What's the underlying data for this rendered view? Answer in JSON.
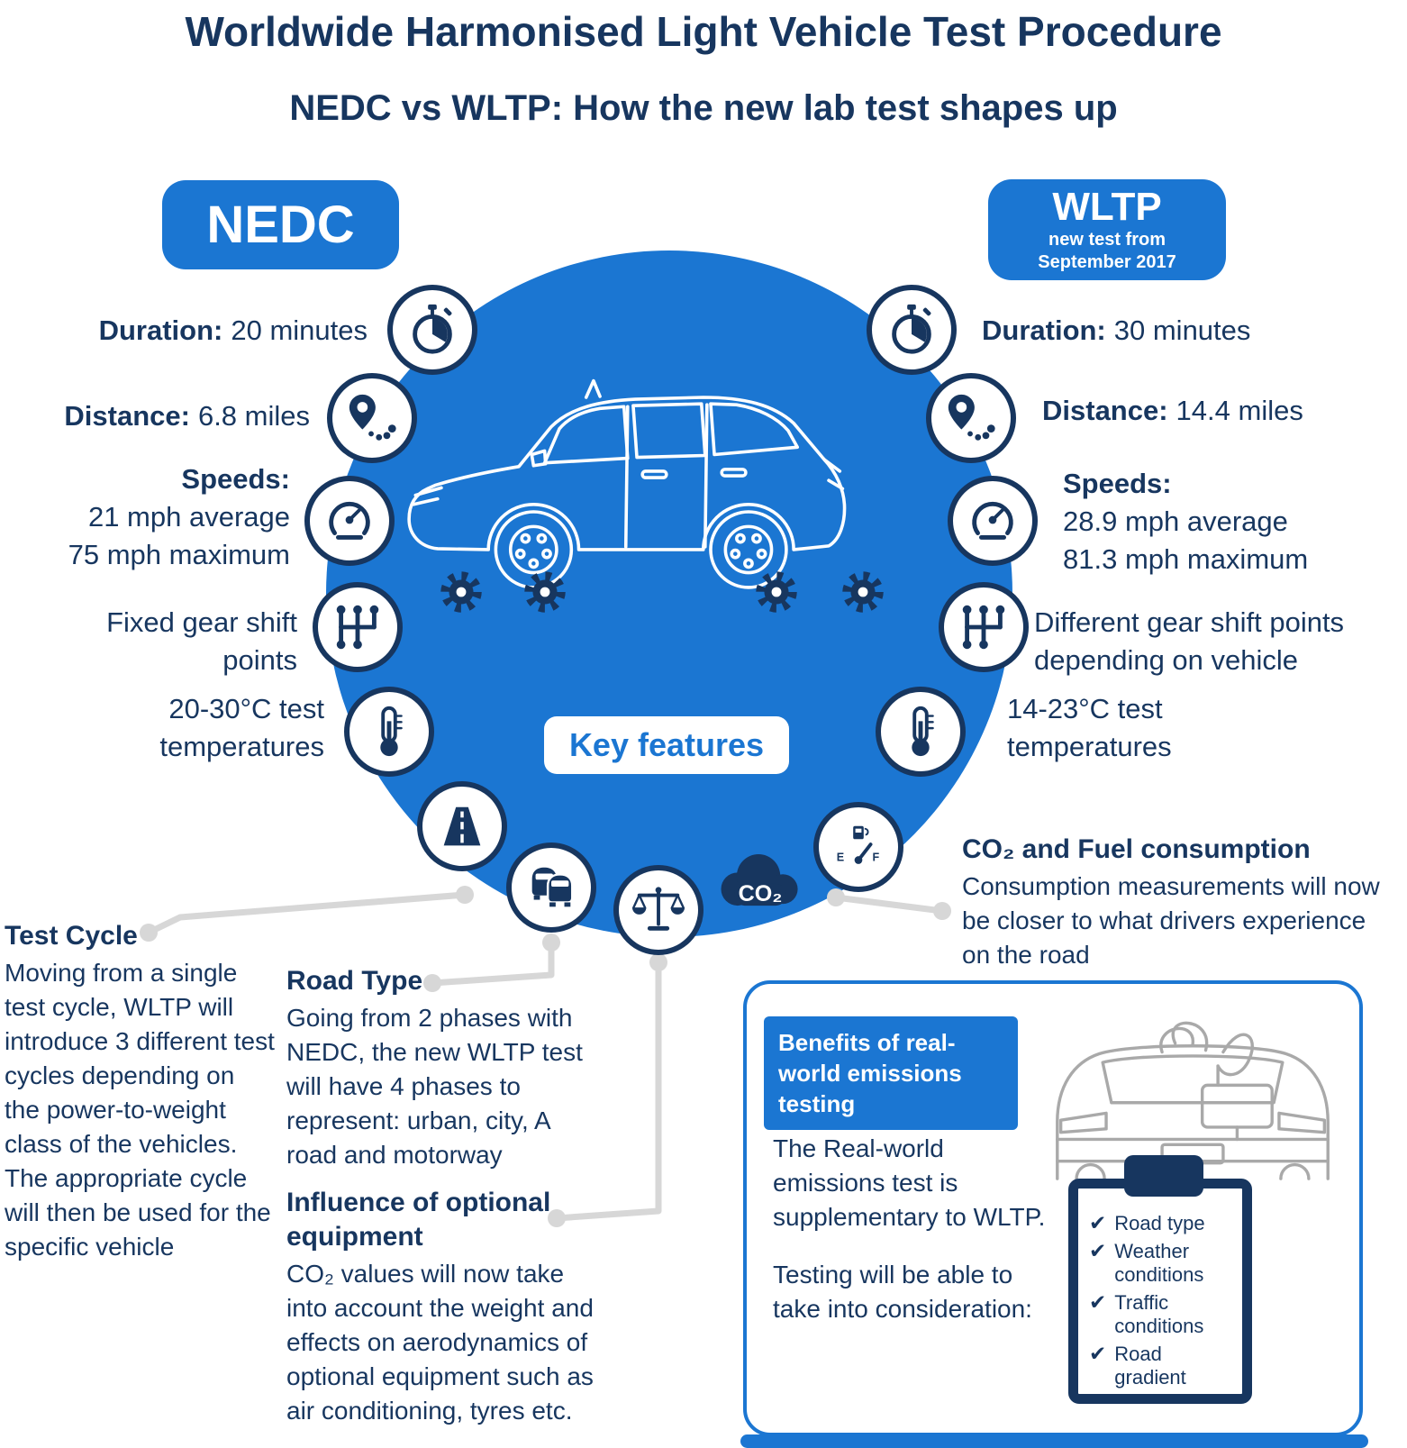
{
  "title": "Worldwide Harmonised Light Vehicle Test Procedure",
  "subtitle": "NEDC vs WLTP: How the new lab test shapes up",
  "key_features_label": "Key features",
  "nedc": {
    "badge": "NEDC",
    "duration_label": "Duration:",
    "duration_value": "20 minutes",
    "distance_label": "Distance:",
    "distance_value": "6.8 miles",
    "speeds_label": "Speeds:",
    "speed_average": "21 mph average",
    "speed_maximum": "75 mph maximum",
    "gear_shift": "Fixed gear shift points",
    "temperature": "20-30°C test temperatures"
  },
  "wltp": {
    "badge": "WLTP",
    "badge_sub_line1": "new test from",
    "badge_sub_line2": "September 2017",
    "duration_label": "Duration:",
    "duration_value": "30 minutes",
    "distance_label": "Distance:",
    "distance_value": "14.4 miles",
    "speeds_label": "Speeds:",
    "speed_average": "28.9 mph average",
    "speed_maximum": "81.3 mph maximum",
    "gear_shift": "Different gear shift points depending on vehicle",
    "temperature": "14-23°C test temperatures"
  },
  "features": {
    "test_cycle": {
      "title": "Test Cycle",
      "body": "Moving from a single test cycle, WLTP will introduce 3 different test cycles depending on the power-to-weight class of the vehicles. The appropriate cycle will then be used for the specific vehicle"
    },
    "road_type": {
      "title": "Road Type",
      "body": "Going from 2 phases with NEDC, the new WLTP test will have 4 phases to represent: urban, city, A road and motorway"
    },
    "optional_equipment": {
      "title": "Influence of optional equipment",
      "body": "CO₂ values will now take into account the weight and effects on aerodynamics of optional equipment such as air conditioning, tyres etc."
    },
    "co2_fuel": {
      "title": "CO₂ and Fuel consumption",
      "body": "Consumption measurements will now be closer to what drivers experience on the road"
    }
  },
  "benefits": {
    "badge": "Benefits of real-world emissions testing",
    "intro": "The Real-world emissions test is supplementary to WLTP.",
    "consideration": "Testing will be able to take into consideration:",
    "checklist": [
      "Road type",
      "Weather conditions",
      "Traffic conditions",
      "Road gradient"
    ]
  },
  "icons": {
    "co2_label": "CO₂",
    "fuel_empty": "E",
    "fuel_full": "F",
    "check": "✔"
  },
  "colors": {
    "navy": "#17365f",
    "blue": "#1b76d2",
    "connector": "#d7d7d7",
    "car_gray": "#a9a9a9"
  }
}
